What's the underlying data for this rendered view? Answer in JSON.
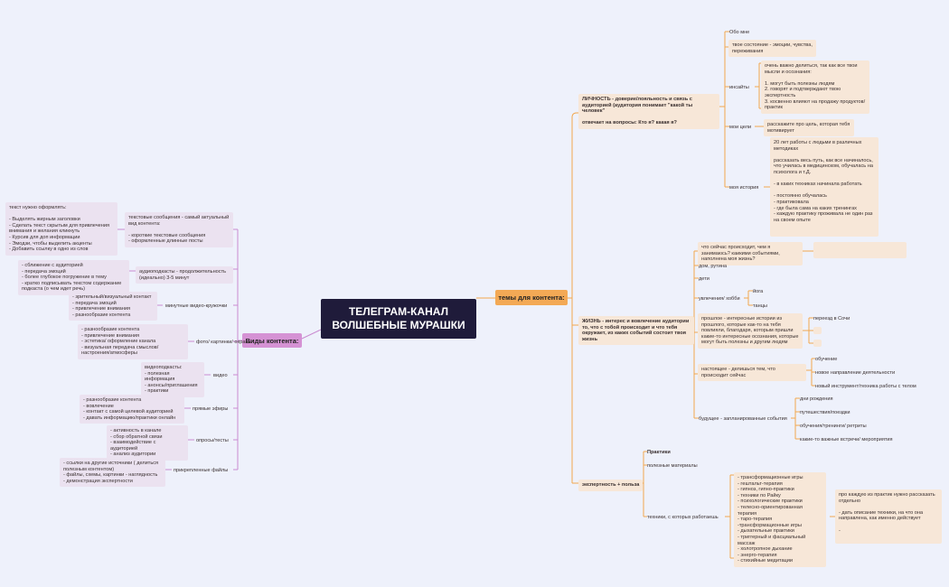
{
  "central": "ТЕЛЕГРАМ-КАНАЛ\nВОЛШЕБНЫЕ МУРАШКИ",
  "topics": {
    "label": "темы для контента:",
    "lichnost": {
      "label": "ЛИЧНОСТЬ - доверие/лояльность и связь с аудиторией (аудитория понимает \"какой ты человек\"\n\nотвечает на вопросы: Кто я? какая я?",
      "obo_mne": "Обо мне",
      "sostoyanie": "твое состояние - эмоции, чувства, переживания",
      "insaity": "инсайты",
      "insaity_text": "очень важно делиться, так как все твои мысли и осознания:\n\n1. могут быть полезны людям\n2. говорят и подтверждают твою экспертность\n3. косвенно влияют на продажу продуктов/практик",
      "celi": "мои цели",
      "celi_text": "расскажите про цель, которая тебя мотивирует",
      "istoriya": "моя история",
      "istoriya_text": "20 лет работы с людьми в различных методиках\n\nрассказать весь путь, как все начиналось, что училась в медицинском, обучалась на психолога и т.Д.\n\n- в каких техниках начинала работать\n\n- постоянно обучалась\n- практиковала\n- где была сама на каких тренингах\n- каждую практику проживала не один раз на своем опыте"
    },
    "zhizn": {
      "label": "ЖИЗНЬ - интерес и вовлечение аудитории то, что с тобой происходит и что тебя окружает, из каких событий состоит твоя жизнь",
      "seichas": "что сейчас происходит, чем я занимаюсь? каикими событиями, наполнена моя жизнь?",
      "dom": "дом, рутина",
      "deti": "дети",
      "hobbi": "увлечения/ хобби",
      "yoga": "йога",
      "tancy": "танцы",
      "proshloe": "прошлое - интересные истории из прошлого, которые как-то на тебя повлияли, благодаря, которым пришли какие-то интересные осознания, которые могут быть полезны и другим людям",
      "pereezd": "переезд в Сочи",
      "nastoyashee": "настоящее - делишься тем, что происходит сейчас",
      "obuchenie": "обучение",
      "napravlenie": "новое направление деятельности",
      "instrument": "новый инструмент/техника работы с телом",
      "budushee": "будущее - запланированные события",
      "dni_rozhdeniya": "дни рождения",
      "puteshestviya": "путешествия/поездки",
      "obucheniya": "обучения/тренинги/ ретриты",
      "vstrechi": "какие-то важные встречи/ мероприятия"
    },
    "expert": {
      "label": "экспертность + польза",
      "praktiki": "Практики",
      "poleznye": "полезные материалы",
      "tehniki": "техники, с которых работаешь",
      "tehniki_list": "- трансформационные игры\n- гештальт-терапия\n- гипноз, гипно-практики\n- техники по Райку\n- психологические практики\n- телесно-ориентированная терапия\n- таро-терапия\n-трансформационные игры\n- дыхательные практики\n- триггерный и фасциальный массаж\n- холотропное дыхание\n- энерго-терапия\n- стихийные медитации",
      "tehniki_note": "про каждую из практик нужно рассказать отдельно\n\n- дать описание техники, на что она направлена, как именно действует\n\n-"
    }
  },
  "types": {
    "label": "Виды контента:",
    "text_label": "текстовые сообщения - самый актуальный вид контента:\n\n- короткие текстовые сообщения\n- оформленные длинные посты",
    "text_note": "текст нужно оформлять:\n\n- Выделять жирным заголовки\n- Сделать текст скрытым для привлечения внимания и желания кликнуть\n- Курсив для доп информации\n- Эмодзи, чтобы выделить акценты\n- Добавить ссылку в одно из слов",
    "audio_label": "аудиоподкасты - продолжительность (идеально) 3-5 минут",
    "audio_note": "- сближение с аудиторией\n- передача эмоций\n- более глубокое погружение в тему\n- кратко подписывать текстом содержание подкаста (о чем идет речь)",
    "krugi_label": "минутные видео-кружочки",
    "krugi_note": "- зрительный/визуальный контакт\n- передача эмоций\n- привлечение внимания\n- разнообразие контента",
    "foto_label": "фото/ картинки/ охраны",
    "foto_note": "- разнообразие контента\n- привлечение внимания\n- эстетика/ оформление канала\n- визуальная передача смыслов/ настроения/атмосферы",
    "video_label": "видео",
    "video_note": "видеоподкасты:\n- полезная информация\n- анонсы/приглашения\n- практики",
    "efiry_label": "прямые эфиры",
    "efiry_note": "- разнообразие контента\n- вовлечение\n- контакт с самой целевой аудиторией\n- давать информацию/практики онлайн",
    "oprosy_label": "опросы/тесты",
    "oprosy_note": "- активность в канале\n- сбор обратной связи\n- взаимодействие с аудиторией\n- анализ аудитории",
    "faily_label": "прикрепленные файлы",
    "faily_note": "- ссылки на другие источники ( делиться полезным контентом)\n- файлы, схемы, картинки - наглядность\n- демонстрация экспертности"
  },
  "colors": {
    "orange_line": "#f2a74e",
    "purple_line": "#c98bd0",
    "orange_box": "#f7e7d8",
    "purple_box": "#ebe2f0"
  }
}
